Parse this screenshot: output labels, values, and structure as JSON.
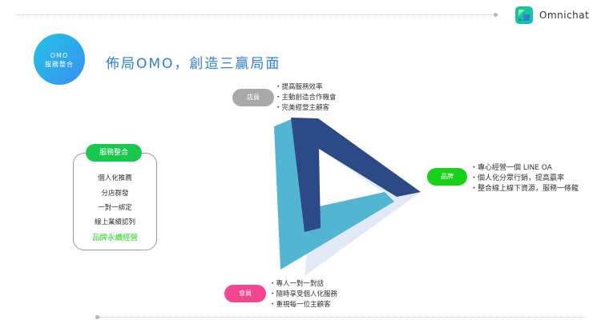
{
  "header": {
    "brand_name": "Omnichat"
  },
  "omo_badge": {
    "line1": "OMO",
    "line2": "服務整合"
  },
  "main_title": "佈局OMO，創造三贏局面",
  "service_box": {
    "title": "服務整合",
    "items": [
      "個人化推薦",
      "分店群發",
      "一對一綁定",
      "線上業績認列"
    ],
    "highlight": "品牌永續經營"
  },
  "store": {
    "label": "店員",
    "bullets": [
      "・提高服務效率",
      "・主動創造合作機會",
      "・完美經營主顧客"
    ]
  },
  "brand": {
    "label": "品牌",
    "bullets": [
      "・專心經營一個 LINE OA",
      "・個人化分眾行銷，提高贏率",
      "・整合線上線下資源，服務一條龍"
    ]
  },
  "member": {
    "label": "會員",
    "bullets": [
      "・專人一對一對話",
      "・隨時享受個人化服務",
      "・重視每一位主顧客"
    ]
  },
  "colors": {
    "title_blue": "#2f7fd6",
    "service_green": "#18c74d",
    "highlight_green": "#1fd41f",
    "store_gray": "#a9a9a9",
    "member_pink": "#f2468f",
    "tri_dark": "#2c4a86",
    "tri_light": "#e1e8f6",
    "tri_cyan": "#52b5d2"
  }
}
